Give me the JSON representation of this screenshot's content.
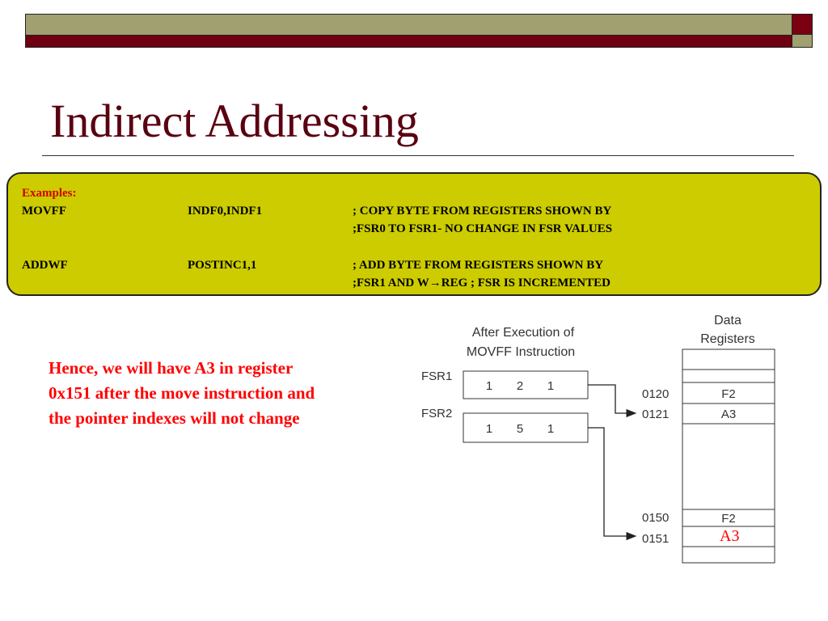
{
  "slide": {
    "title": "Indirect Addressing"
  },
  "code": {
    "examples_label": "Examples:",
    "lines": [
      {
        "mnemonic": "MOVFF",
        "operand": "INDF0,INDF1",
        "comment": "; COPY BYTE FROM REGISTERS SHOWN BY"
      },
      {
        "mnemonic": "",
        "operand": "",
        "comment": ";FSR0 TO FSR1- NO CHANGE IN FSR VALUES"
      },
      {
        "mnemonic": "ADDWF",
        "operand": "POSTINC1,1",
        "comment": "; ADD BYTE FROM REGISTERS SHOWN BY"
      },
      {
        "mnemonic": "",
        "operand": "",
        "comment_prefix": ";FSR1 AND W",
        "comment_arrow": "→",
        "comment_suffix": "REG ; FSR IS INCREMENTED"
      }
    ]
  },
  "note": {
    "lines": [
      "Hence, we will have A3 in register",
      "0x151 after the move instruction and",
      "the pointer indexes will not change"
    ]
  },
  "diagram": {
    "caption_line1": "After Execution of",
    "caption_line2": "MOVFF Instruction",
    "registers_heading_line1": "Data",
    "registers_heading_line2": "Registers",
    "fsr1": {
      "label": "FSR1",
      "digits": [
        "1",
        "2",
        "1"
      ]
    },
    "fsr2": {
      "label": "FSR2",
      "digits": [
        "1",
        "5",
        "1"
      ]
    },
    "addresses": [
      "0120",
      "0121",
      "0150",
      "0151"
    ],
    "cells": [
      "F2",
      "A3",
      "F2"
    ],
    "overlay_value": "A3"
  },
  "colors": {
    "title": "#5a0010",
    "code_box": "#cccc00",
    "note_text": "#ff0000",
    "examples_label": "#d00000",
    "top_bar_olive": "#a0a070",
    "top_bar_maroon": "#6e0012"
  }
}
